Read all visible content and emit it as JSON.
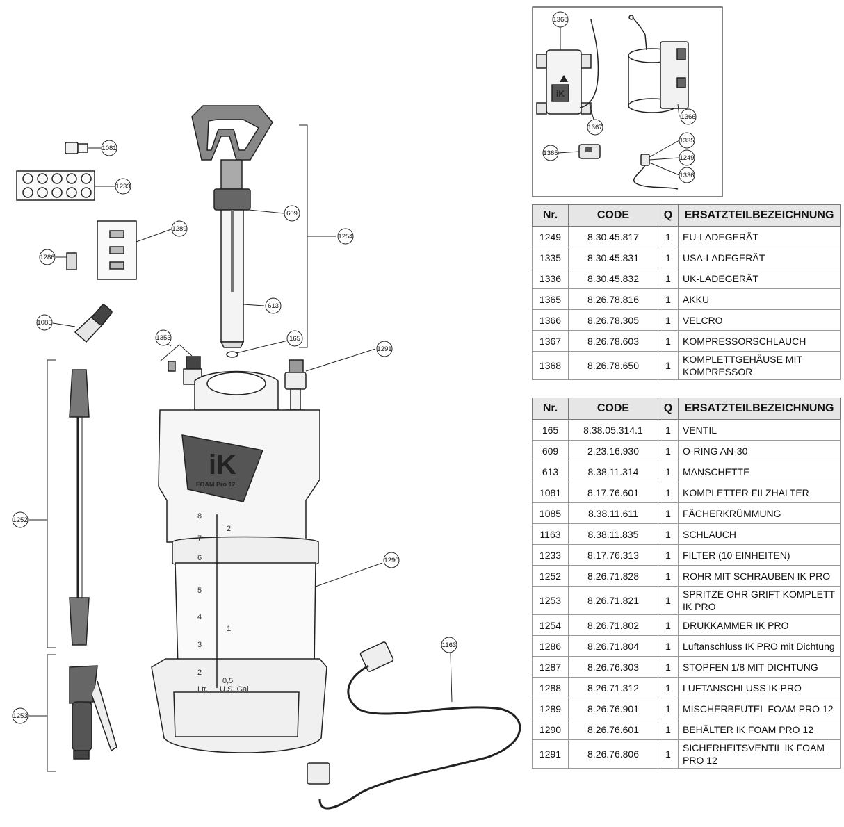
{
  "callouts": {
    "c1368": "1368",
    "c1367": "1367",
    "c1366": "1366",
    "c1365": "1365",
    "c1335": "1335",
    "c1249": "1249",
    "c1336": "1336",
    "c1081": "1081",
    "c1233": "1233",
    "c1289": "1289",
    "c1286": "1286",
    "c1085": "1085",
    "c1353": "1353",
    "c609": "609",
    "c1254": "1254",
    "c613": "613",
    "c165": "165",
    "c1291": "1291",
    "c1252": "1252",
    "c1290": "1290",
    "c1163": "1163",
    "c1253": "1253"
  },
  "logo": {
    "brand": "iK",
    "model": "FOAM Pro 12"
  },
  "scale": {
    "litre_ticks": [
      "8",
      "7",
      "6",
      "5",
      "4",
      "3",
      "2"
    ],
    "gallon_ticks": [
      "2",
      "1",
      "0,5"
    ],
    "unit_litre": "Ltr.",
    "unit_gallon": "U.S. Gal"
  },
  "table_headers": [
    "Nr.",
    "CODE",
    "Q",
    "ERSATZTEILBEZEICHNUNG"
  ],
  "table_a": [
    {
      "nr": "1249",
      "code": "8.30.45.817",
      "q": "1",
      "desc": "EU-LADEGERÄT"
    },
    {
      "nr": "1335",
      "code": "8.30.45.831",
      "q": "1",
      "desc": "USA-LADEGERÄT"
    },
    {
      "nr": "1336",
      "code": "8.30.45.832",
      "q": "1",
      "desc": "UK-LADEGERÄT"
    },
    {
      "nr": "1365",
      "code": "8.26.78.816",
      "q": "1",
      "desc": "AKKU"
    },
    {
      "nr": "1366",
      "code": "8.26.78.305",
      "q": "1",
      "desc": "VELCRO"
    },
    {
      "nr": "1367",
      "code": "8.26.78.603",
      "q": "1",
      "desc": "KOMPRESSORSCHLAUCH"
    },
    {
      "nr": "1368",
      "code": "8.26.78.650",
      "q": "1",
      "desc": "KOMPLETTGEHÄUSE MIT KOMPRESSOR"
    }
  ],
  "table_b": [
    {
      "nr": "165",
      "code": "8.38.05.314.1",
      "q": "1",
      "desc": "VENTIL"
    },
    {
      "nr": "609",
      "code": "2.23.16.930",
      "q": "1",
      "desc": "O-RING AN-30"
    },
    {
      "nr": "613",
      "code": "8.38.11.314",
      "q": "1",
      "desc": "MANSCHETTE"
    },
    {
      "nr": "1081",
      "code": "8.17.76.601",
      "q": "1",
      "desc": "KOMPLETTER FILZHALTER"
    },
    {
      "nr": "1085",
      "code": "8.38.11.611",
      "q": "1",
      "desc": "FÄCHERKRÜMMUNG"
    },
    {
      "nr": "1163",
      "code": "8.38.11.835",
      "q": "1",
      "desc": "SCHLAUCH"
    },
    {
      "nr": "1233",
      "code": "8.17.76.313",
      "q": "1",
      "desc": "FILTER (10 EINHEITEN)"
    },
    {
      "nr": "1252",
      "code": "8.26.71.828",
      "q": "1",
      "desc": "ROHR MIT SCHRAUBEN IK PRO"
    },
    {
      "nr": "1253",
      "code": "8.26.71.821",
      "q": "1",
      "desc": "SPRITZE OHR GRIFT KOMPLETT IK PRO"
    },
    {
      "nr": "1254",
      "code": "8.26.71.802",
      "q": "1",
      "desc": "DRUKKAMMER IK PRO"
    },
    {
      "nr": "1286",
      "code": "8.26.71.804",
      "q": "1",
      "desc": "Luftanschluss IK PRO mit Dichtung"
    },
    {
      "nr": "1287",
      "code": "8.26.76.303",
      "q": "1",
      "desc": "STOPFEN 1/8 MIT DICHTUNG"
    },
    {
      "nr": "1288",
      "code": "8.26.71.312",
      "q": "1",
      "desc": "LUFTANSCHLUSS IK PRO"
    },
    {
      "nr": "1289",
      "code": "8.26.76.901",
      "q": "1",
      "desc": "MISCHERBEUTEL FOAM PRO 12"
    },
    {
      "nr": "1290",
      "code": "8.26.76.601",
      "q": "1",
      "desc": "BEHÄLTER IK FOAM PRO 12"
    },
    {
      "nr": "1291",
      "code": "8.26.76.806",
      "q": "1",
      "desc": "SICHERHEITSVENTIL IK FOAM PRO 12"
    }
  ]
}
